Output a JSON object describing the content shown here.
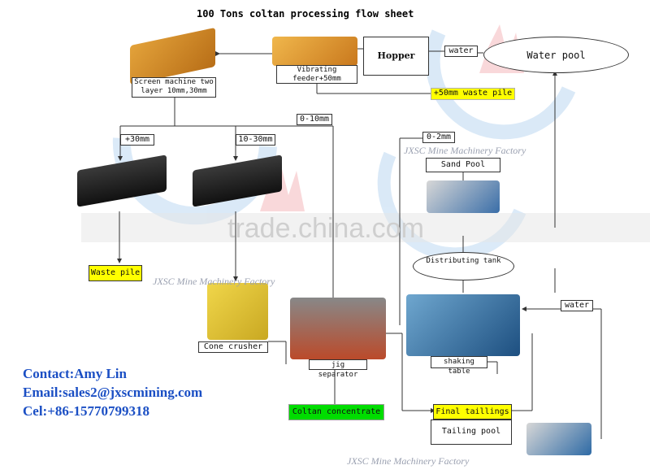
{
  "title": "100 Tons coltan processing flow sheet",
  "labels": {
    "hopper": "Hopper",
    "water_top": "water",
    "water_pool": "Water pool",
    "vibrating_feeder": "Vibrating feeder+50mm",
    "screen_machine": "Screen machine two layer 10mm,30mm",
    "waste_pile_50": "+50mm waste pile",
    "size_0_10": "0-10mm",
    "size_30": "+30mm",
    "size_10_30": "10-30mm",
    "size_0_2": "0-2mm",
    "sand_pool": "Sand Pool",
    "waste_pile": "Waste pile",
    "distributing_tank": "Distributing tank",
    "water_right": "water",
    "cone_crusher": "Cone crusher",
    "jig_separator": "jig separator",
    "shaking_table": "shaking table",
    "coltan_concentrate": "Coltan concentrate",
    "final_tailings": "Final taillings",
    "tailing_pool": "Tailing pool"
  },
  "contact": {
    "name": "Contact:Amy Lin",
    "email": "Email:sales2@jxscmining.com",
    "cel": "Cel:+86-15770799318"
  },
  "watermarks": {
    "factory": "JXSC Mine Machinery Factory",
    "trade": "trade.china.com"
  },
  "colors": {
    "highlight_yellow": "#ffff00",
    "highlight_green": "#00dd00",
    "contact_blue": "#1b4fc4"
  }
}
